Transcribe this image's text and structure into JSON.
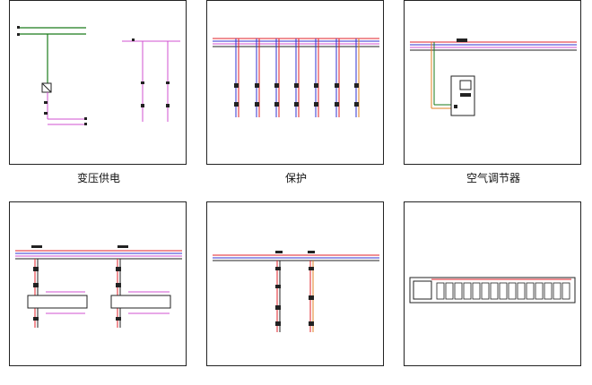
{
  "gallery": {
    "items": [
      {
        "caption": "变压供电",
        "icon": "transformer-supply-diagram-icon"
      },
      {
        "caption": "保护",
        "icon": "protection-diagram-icon"
      },
      {
        "caption": "空气调节器",
        "icon": "air-conditioner-diagram-icon"
      },
      {
        "caption": "",
        "icon": "panel-diagram-icon"
      },
      {
        "caption": "",
        "icon": "feeder-diagram-icon"
      },
      {
        "caption": "",
        "icon": "breaker-bank-diagram-icon"
      }
    ]
  },
  "colors": {
    "border": "#222222",
    "red": "#e0202a",
    "blue": "#3030d0",
    "magenta": "#d050d0",
    "green": "#1a7a1a",
    "orange": "#e08020"
  }
}
